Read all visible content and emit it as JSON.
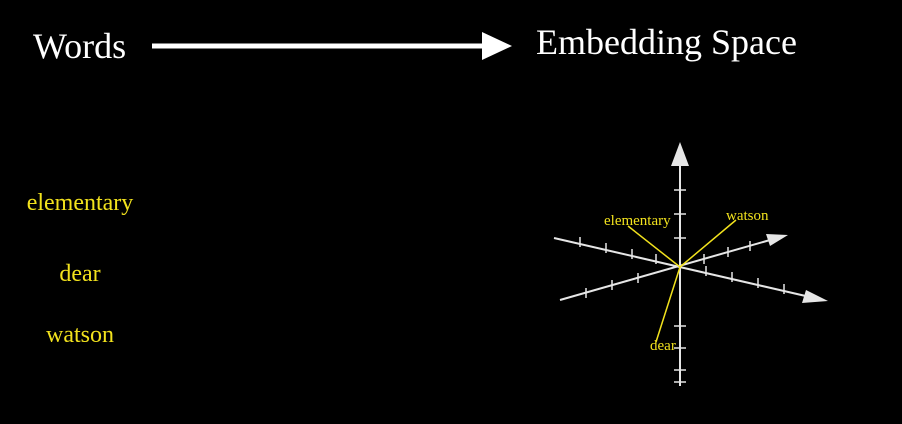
{
  "header": {
    "left_title": "Words",
    "right_title": "Embedding Space"
  },
  "words": [
    "elementary",
    "dear",
    "watson"
  ],
  "embedding_labels": [
    "elementary",
    "watson",
    "dear"
  ],
  "colors": {
    "background": "#000000",
    "heading": "#ffffff",
    "word": "#f2e21d",
    "axis": "#e6e6e6",
    "vector": "#f2e21d"
  },
  "icons": {
    "flow_arrow": "right-arrow-icon"
  }
}
